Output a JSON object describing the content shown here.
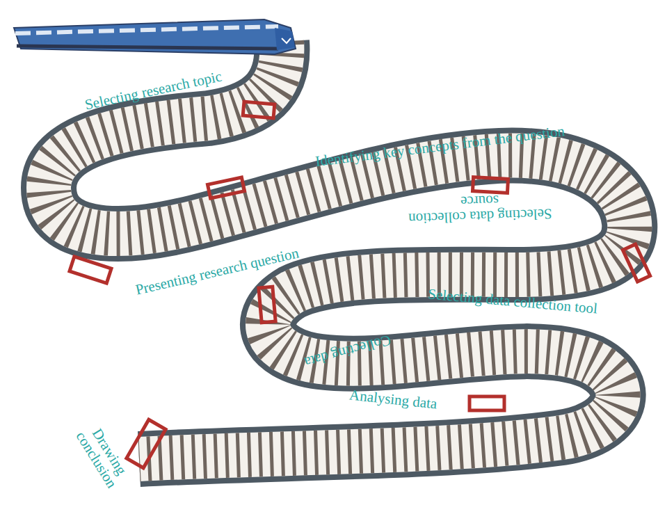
{
  "diagram": {
    "labels": [
      "Selecting research topic",
      "Identifying key concepts from the question",
      "Selecting data collection source",
      "Presenting research question",
      "Selecting data collection tool",
      "Collecting data",
      "Analysing data",
      "Drawing conclusion"
    ]
  }
}
